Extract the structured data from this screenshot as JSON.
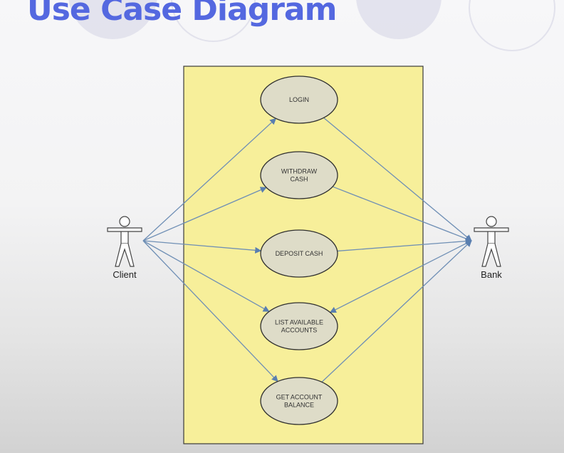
{
  "title": "Use Case Diagram",
  "colors": {
    "title": "#5468e0",
    "system_boundary_fill": "#f7ef9a",
    "use_case_fill": "#dedcc8",
    "association_line": "#6f8fb5"
  },
  "actors": [
    {
      "id": "client",
      "label": "Client"
    },
    {
      "id": "bank",
      "label": "Bank"
    }
  ],
  "use_cases": [
    {
      "id": "login",
      "lines": [
        "LOGIN"
      ]
    },
    {
      "id": "withdraw",
      "lines": [
        "WITHDRAW",
        "CASH"
      ]
    },
    {
      "id": "deposit",
      "lines": [
        "DEPOSIT CASH"
      ]
    },
    {
      "id": "list",
      "lines": [
        "LIST AVAILABLE",
        "ACCOUNTS"
      ]
    },
    {
      "id": "balance",
      "lines": [
        "GET ACCOUNT",
        "BALANCE"
      ]
    }
  ],
  "associations": [
    {
      "from": "client",
      "to": "login",
      "arrow": "to"
    },
    {
      "from": "client",
      "to": "withdraw",
      "arrow": "to"
    },
    {
      "from": "client",
      "to": "deposit",
      "arrow": "to"
    },
    {
      "from": "client",
      "to": "list",
      "arrow": "to"
    },
    {
      "from": "client",
      "to": "balance",
      "arrow": "to"
    },
    {
      "from": "login",
      "to": "bank",
      "arrow": "to"
    },
    {
      "from": "withdraw",
      "to": "bank",
      "arrow": "to"
    },
    {
      "from": "deposit",
      "to": "bank",
      "arrow": "to"
    },
    {
      "from": "bank",
      "to": "list",
      "arrow": "to"
    },
    {
      "from": "balance",
      "to": "bank",
      "arrow": "to"
    }
  ]
}
